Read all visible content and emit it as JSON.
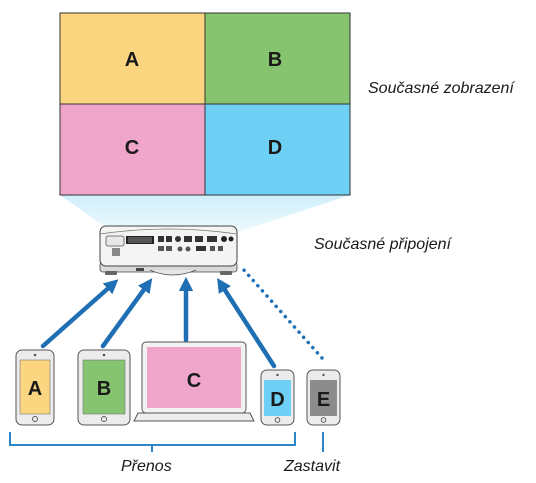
{
  "screen": {
    "caption": "Současné zobrazení",
    "quadrants": [
      {
        "label": "A",
        "color": "#fbd57f"
      },
      {
        "label": "B",
        "color": "#86c46f"
      },
      {
        "label": "C",
        "color": "#f0a6cb"
      },
      {
        "label": "D",
        "color": "#6fd0f6"
      }
    ]
  },
  "projector": {
    "caption": "Současné připojení"
  },
  "devices": [
    {
      "label": "A",
      "type": "tablet",
      "color": "#fbd57f",
      "status": "Přenos"
    },
    {
      "label": "B",
      "type": "tablet",
      "color": "#86c46f",
      "status": "Přenos"
    },
    {
      "label": "C",
      "type": "laptop",
      "color": "#f0a6cb",
      "status": "Přenos"
    },
    {
      "label": "D",
      "type": "phone",
      "color": "#6fd0f6",
      "status": "Přenos"
    },
    {
      "label": "E",
      "type": "phone",
      "color": "#8c8c8c",
      "status": "Zastavit"
    }
  ],
  "groups": {
    "transmit_label": "Přenos",
    "stop_label": "Zastavit"
  },
  "colors": {
    "arrow": "#1f6fb4",
    "bracket": "#2a86c8",
    "beam": "#d8f0fb"
  }
}
